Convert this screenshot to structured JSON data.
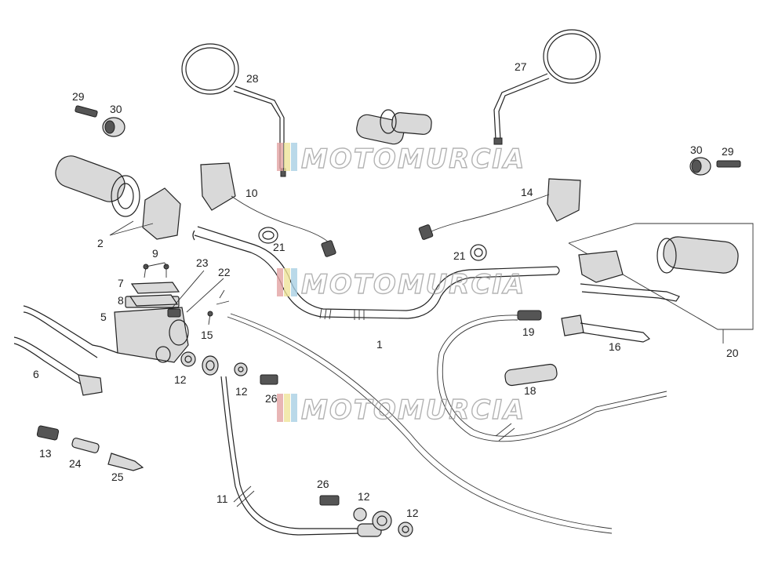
{
  "watermark": {
    "text": "MOTOMURCIA",
    "stripe_colors": [
      "#e2a3a3",
      "#efe39a",
      "#a9cfe3"
    ]
  },
  "labels": {
    "l1": "1",
    "l2": "2",
    "l5": "5",
    "l6": "6",
    "l7": "7",
    "l8": "8",
    "l9": "9",
    "l10": "10",
    "l11": "11",
    "l12a": "12",
    "l12b": "12",
    "l12c": "12",
    "l12d": "12",
    "l13": "13",
    "l14": "14",
    "l15": "15",
    "l16": "16",
    "l18": "18",
    "l19": "19",
    "l20": "20",
    "l21a": "21",
    "l21b": "21",
    "l22": "22",
    "l23": "23",
    "l24": "24",
    "l25": "25",
    "l26a": "26",
    "l26b": "26",
    "l27": "27",
    "l28": "28",
    "l29a": "29",
    "l29b": "29",
    "l30a": "30",
    "l30b": "30"
  }
}
